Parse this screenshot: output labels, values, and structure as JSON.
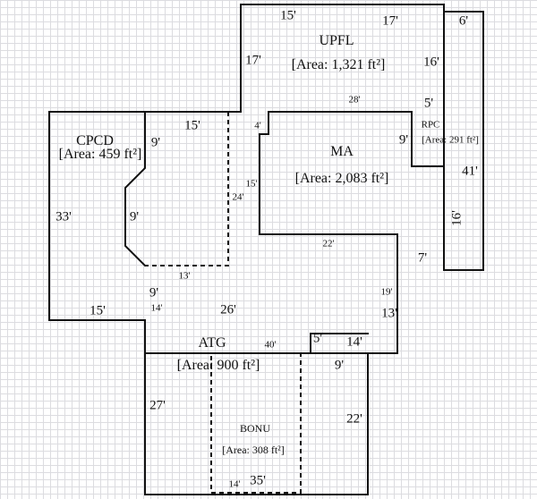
{
  "rooms": {
    "upfl": {
      "name": "UPFL",
      "area": "[Area: 1,321 ft²]"
    },
    "ma": {
      "name": "MA",
      "area": "[Area: 2,083 ft²]"
    },
    "cpcd": {
      "name": "CPCD",
      "area": "[Area: 459 ft²]"
    },
    "rpc": {
      "name": "RPC",
      "area": "[Area: 291 ft²]"
    },
    "atg": {
      "name": "ATG",
      "area": "[Area: 900 ft²]"
    },
    "bonu": {
      "name": "BONU",
      "area": "[Area: 308 ft²]"
    }
  },
  "dimensions": {
    "upfl_top": "15'",
    "upfl_top_right": "17'",
    "upfl_right_top": "6'",
    "upfl_left": "17'",
    "upfl_right": "16'",
    "ma_top": "28'",
    "rpc_top": "5'",
    "ma_notch_left": "4'",
    "cpcd_top": "15'",
    "cpcd_inner_top": "9'",
    "rpc_left": "9'",
    "rpc_right_outer": "41'",
    "ma_left": "15'",
    "cpcd_right": "24'",
    "cpcd_left": "33'",
    "cpcd_bevel": "9'",
    "rpc_lower": "16'",
    "ma_bottom": "22'",
    "ma_bottom_right": "7'",
    "cpcd_bottom": "13'",
    "ma_right_lower": "19'",
    "cpcd_step": "9'",
    "cpcd_step_lower": "14'",
    "cpcd_base": "15'",
    "atg_top": "26'",
    "ma_right_base": "13'",
    "atg_step": "5'",
    "atg_right_top": "14'",
    "atg_top_inner": "40'",
    "atg_right_step": "9'",
    "atg_left": "27'",
    "atg_right": "22'",
    "bonu_bottom": "14'",
    "atg_bottom": "35'"
  }
}
